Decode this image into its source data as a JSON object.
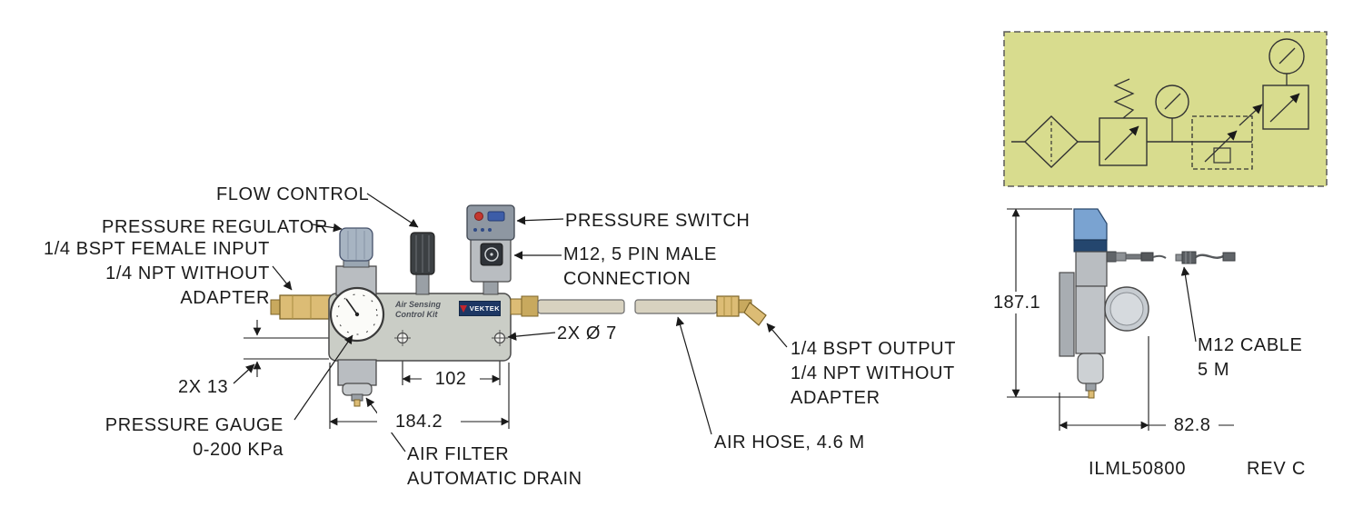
{
  "device": {
    "label_line1": "Air Sensing",
    "label_line2": "Control Kit",
    "brand": "VEKTEK"
  },
  "callouts": {
    "flow_control": "FLOW CONTROL",
    "pressure_regulator": "PRESSURE REGULATOR",
    "input_line1": "1/4 BSPT FEMALE INPUT",
    "input_line2": "1/4 NPT WITHOUT",
    "input_line3": "ADAPTER",
    "pressure_switch": "PRESSURE SWITCH",
    "m12_line1": "M12, 5 PIN MALE",
    "m12_line2": "CONNECTION",
    "pressure_gauge_line1": "PRESSURE GAUGE",
    "pressure_gauge_line2": "0-200 KPa",
    "air_filter_line1": "AIR FILTER",
    "air_filter_line2": "AUTOMATIC DRAIN",
    "output_line1": "1/4 BSPT OUTPUT",
    "output_line2": "1/4 NPT WITHOUT",
    "output_line3": "ADAPTER",
    "air_hose": "AIR HOSE, 4.6 M",
    "m12_cable_line1": "M12 CABLE",
    "m12_cable_line2": "5 M"
  },
  "dimensions": {
    "holes": "2X Ø 7",
    "hole_spacing": "102",
    "body_width": "184.2",
    "hole_offset": "2X 13",
    "height": "187.1",
    "depth": "82.8"
  },
  "footer": {
    "part_number": "ILML50800",
    "revision": "REV C"
  },
  "colors": {
    "schematic_background": "#d8dc8e",
    "brass_fitting": "#dcbc75",
    "switch_blue": "#7aa3d1",
    "indicator_red": "#c4372f",
    "indicator_blue": "#3d5da8",
    "body_gray": "#cacdc6"
  }
}
